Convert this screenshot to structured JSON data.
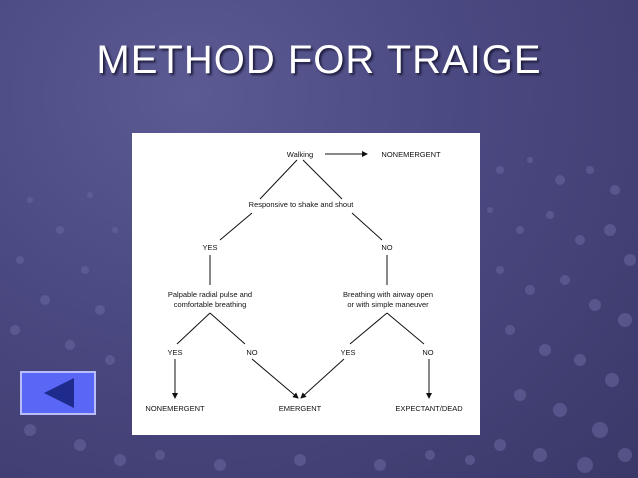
{
  "slide": {
    "title": "METHOD FOR TRAIGE"
  },
  "flowchart": {
    "start": "Walking",
    "nonemergent_top": "NONEMERGENT",
    "question1": "Responsive to shake and shout",
    "yes_left": "YES",
    "no_right": "NO",
    "left_q_line1": "Palpable radial pulse and",
    "left_q_line2": "comfortable breathing",
    "right_q_line1": "Breathing with airway open",
    "right_q_line2": "or with simple maneuver",
    "left_yes": "YES",
    "left_no": "NO",
    "right_yes": "YES",
    "right_no": "NO",
    "out_nonemergent": "NONEMERGENT",
    "out_emergent": "EMERGENT",
    "out_expectant": "EXPECTANT/DEAD"
  },
  "nav": {
    "back_icon": "triangle-left-icon",
    "button_color": "#5a66f5",
    "icon_color": "#1e2a8c"
  }
}
